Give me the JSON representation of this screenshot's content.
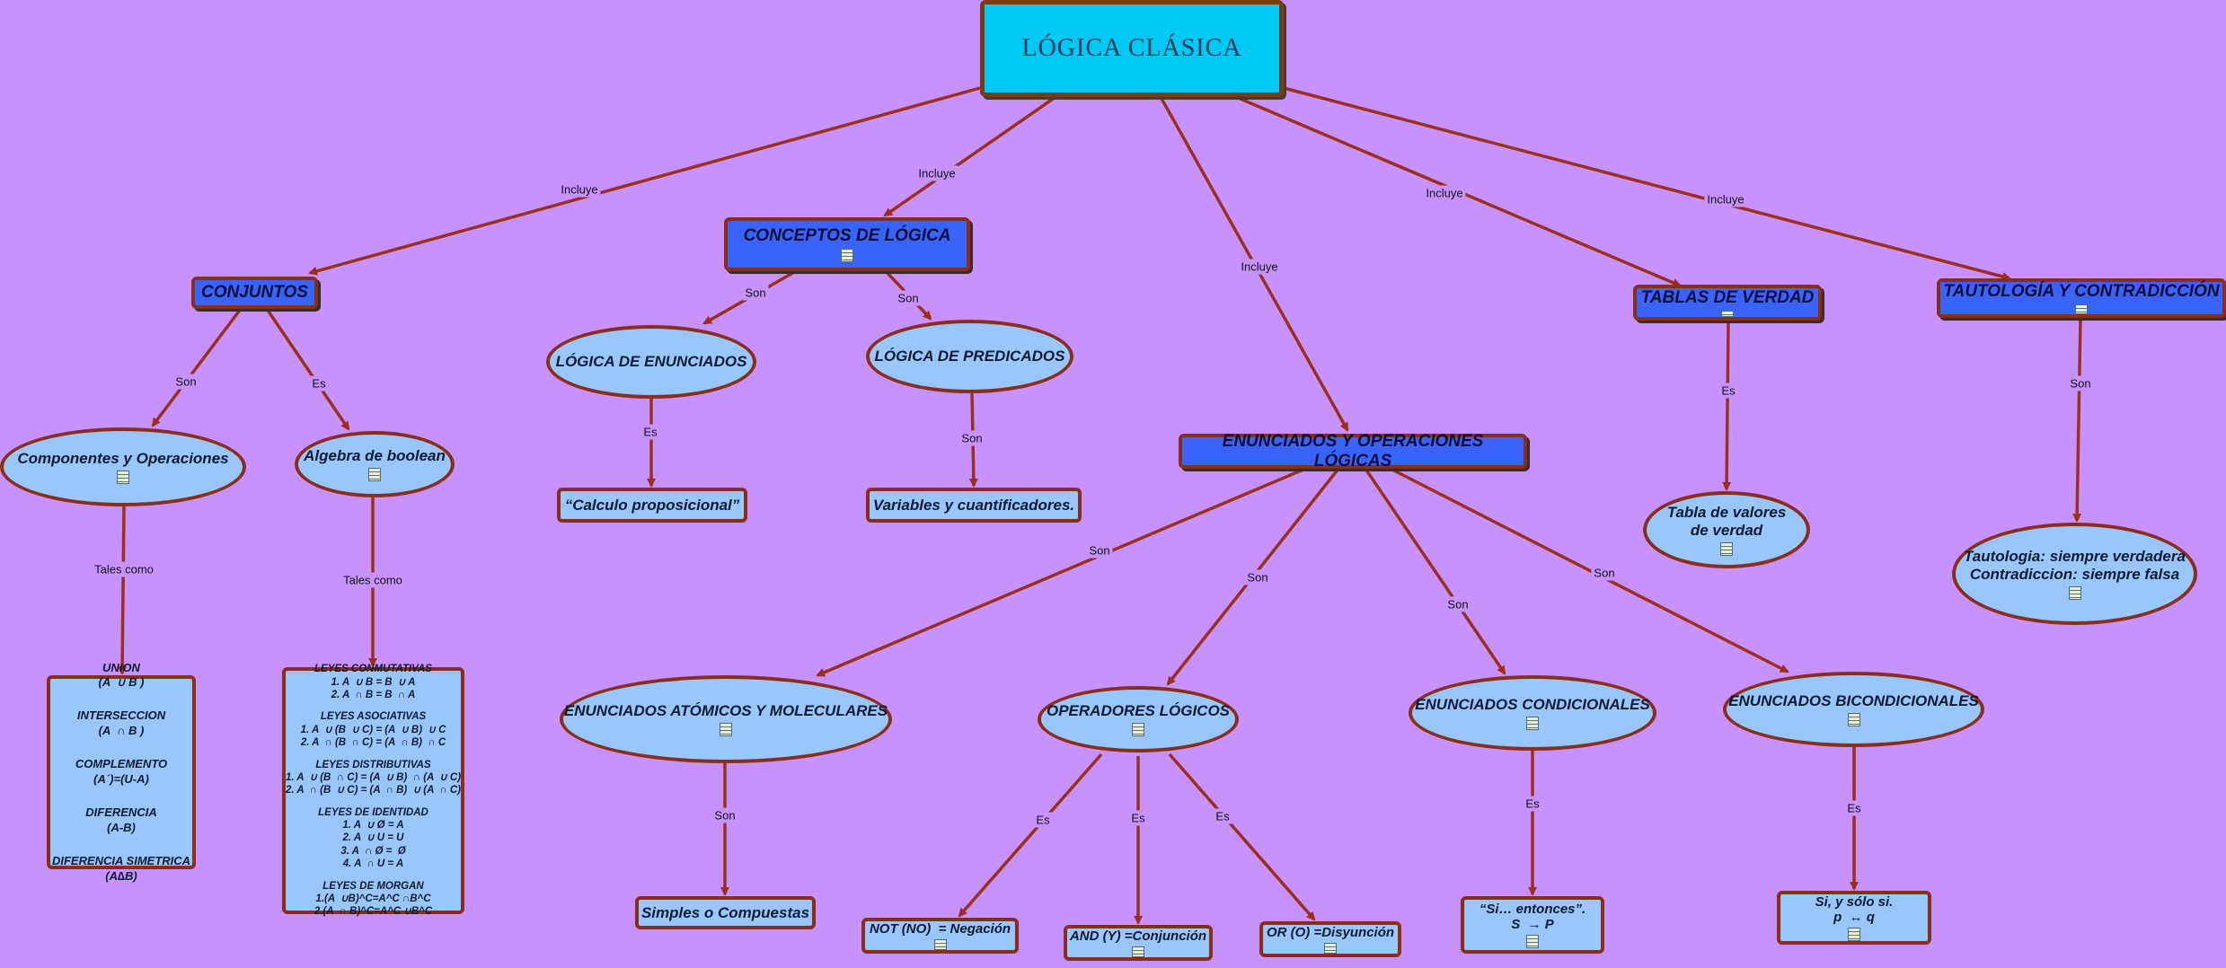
{
  "root": {
    "title": "LÓGICA CLÁSICA"
  },
  "nodes": {
    "conjuntos": "CONJUNTOS",
    "conceptos": "CONCEPTOS DE LÓGICA",
    "tablas": "TABLAS DE VERDAD",
    "tautologia": "TAUTOLOGÍA Y CONTRADICCIÓN",
    "componentes": "Componentes y Operaciones",
    "algebra": "Algebra de boolean",
    "logica_enunciados": "LÓGICA DE ENUNCIADOS",
    "logica_predicados": "LÓGICA DE PREDICADOS",
    "calculo": "“Calculo proposicional”",
    "variables": "Variables y cuantificadores.",
    "enunciados_ops": "ENUNCIADOS Y OPERACIONES LÓGICAS",
    "tabla_valores": "Tabla de valores de verdad",
    "taut_def": [
      "Tautologia: siempre verdadera",
      "Contradiccion: siempre falsa"
    ],
    "atomicos": "ENUNCIADOS ATÓMICOS Y MOLECULARES",
    "operadores": "OPERADORES LÓGICOS",
    "condicionales": "ENUNCIADOS CONDICIONALES",
    "bicondicionales": "ENUNCIADOS BICONDICIONALES",
    "simples": "Simples o Compuestas",
    "not": "NOT (NO)  = Negación",
    "and": "AND (Y) =Conjunción",
    "or": "OR (O) =Disyunción",
    "si_entonces": [
      "“Si… entonces”.",
      "S  → P"
    ],
    "si_solo_si": [
      "Si, y sólo si.",
      "p  ↔ q"
    ]
  },
  "conjuntos_ops": [
    {
      "name": "UNION",
      "expr": "(A  ∪ B )"
    },
    {
      "name": "INTERSECCION",
      "expr": "(A  ∩ B )"
    },
    {
      "name": "COMPLEMENTO",
      "expr": "(A´)=(U-A)"
    },
    {
      "name": "DIFERENCIA",
      "expr": "(A-B)"
    },
    {
      "name": "DIFERENCIA SIMETRICA",
      "expr": "(A∆B)"
    }
  ],
  "leyes": [
    {
      "name": "LEYES CONMUTATIVAS",
      "lines": [
        "1. A  ∪ B = B  ∪ A",
        "2. A  ∩ B = B  ∩ A"
      ]
    },
    {
      "name": "LEYES ASOCIATIVAS",
      "lines": [
        "1. A  ∪ (B  ∪ C) = (A  ∪ B)  ∪ C",
        "2. A  ∩ (B  ∩ C) = (A  ∩ B)  ∩ C"
      ]
    },
    {
      "name": "LEYES DISTRIBUTIVAS",
      "lines": [
        "1. A  ∪ (B  ∩ C) = (A  ∪ B)  ∩ (A  ∪ C)",
        "2. A  ∩ (B  ∪ C) = (A  ∩ B)  ∪ (A  ∩ C)"
      ]
    },
    {
      "name": "LEYES DE IDENTIDAD",
      "lines": [
        "1. A  ∪ Ø = A",
        "2. A  ∪ U = U",
        "3. A  ∩ Ø =  Ø",
        "4. A  ∩ U = A"
      ]
    },
    {
      "name": "LEYES DE MORGAN",
      "lines": [
        "1.(A  ∪B)^C=A^C ∩B^C",
        "2.(A  ∩ B)^C=A^C ∪B^C"
      ]
    }
  ],
  "labels": {
    "incluye": "Incluye",
    "son": "Son",
    "es": "Es",
    "tales_como": "Tales como"
  },
  "colors": {
    "background": "#c792fd",
    "edge": "#9b2f1c",
    "root_fill": "#00c8f5",
    "concept_fill": "#3a63f9",
    "leaf_fill": "#99c6fd"
  }
}
